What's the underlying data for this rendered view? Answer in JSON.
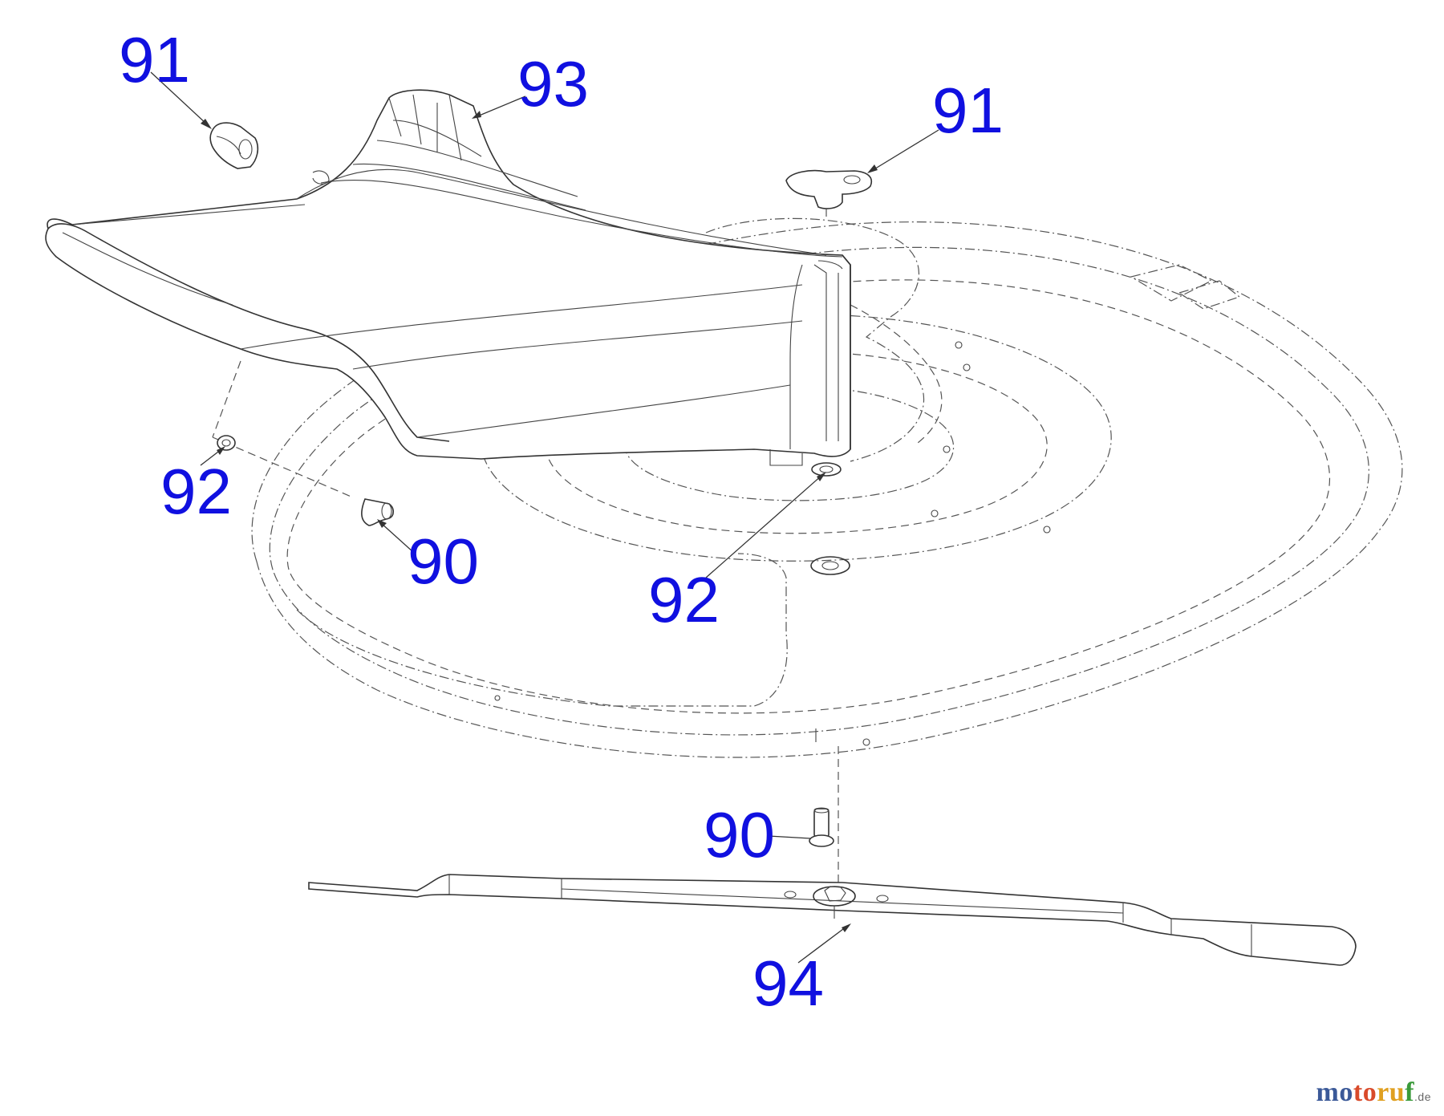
{
  "labels": [
    {
      "id": "91a",
      "text": "91"
    },
    {
      "id": "93",
      "text": "93"
    },
    {
      "id": "91b",
      "text": "91"
    },
    {
      "id": "92a",
      "text": "92"
    },
    {
      "id": "90a",
      "text": "90"
    },
    {
      "id": "92b",
      "text": "92"
    },
    {
      "id": "90b",
      "text": "90"
    },
    {
      "id": "94",
      "text": "94"
    }
  ],
  "watermark": {
    "part1": "mo",
    "part2": "to",
    "part3": "ru",
    "part4": "f",
    "tld": ".de"
  },
  "colors": {
    "label": "#1010e0",
    "line": "#333333"
  }
}
